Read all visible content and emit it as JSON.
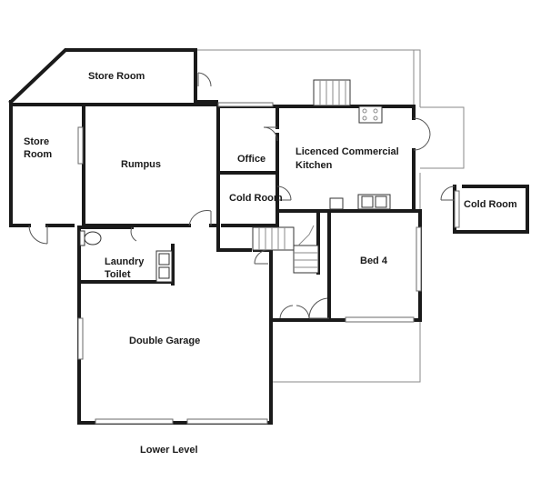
{
  "plan": {
    "rooms": {
      "store_room_top": "Store Room",
      "store_room_left_1": "Store",
      "store_room_left_2": "Room",
      "rumpus": "Rumpus",
      "office": "Office",
      "kitchen_1": "Licenced Commercial",
      "kitchen_2": "Kitchen",
      "cold_room_inner": "Cold Room",
      "cold_room_outer": "Cold Room",
      "bed_4": "Bed 4",
      "laundry_1": "Laundry",
      "laundry_2": "Toilet",
      "double_garage": "Double Garage"
    },
    "level_caption": "Lower Level"
  }
}
